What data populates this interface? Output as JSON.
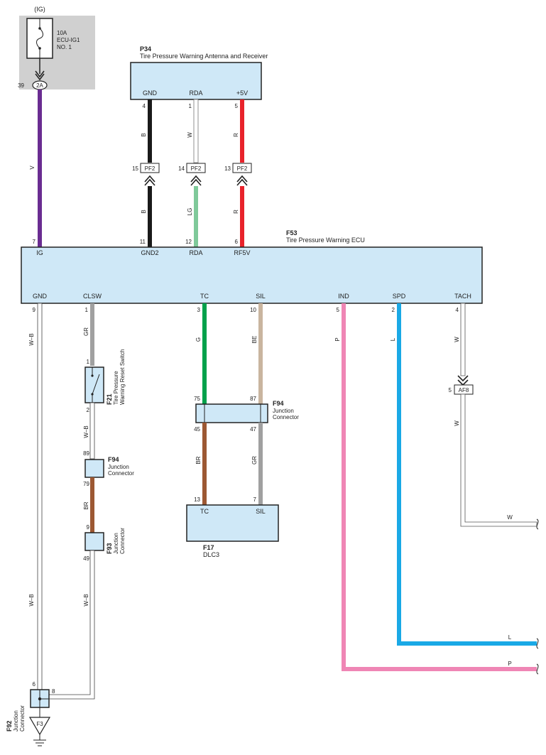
{
  "colors": {
    "box_fill": "#cfe8f7",
    "fuse_area": "#d0d0d0",
    "V": "#6a2c91",
    "B": "#1a1a1a",
    "R": "#e8232b",
    "LG": "#7fc99a",
    "G": "#00a14b",
    "BE": "#c9b59f",
    "GR": "#a0a0a0",
    "BR": "#9c5833",
    "P": "#ef86b5",
    "L": "#1aa9e6",
    "W": "#ffffff",
    "W_B": "#ffffff"
  },
  "power": {
    "source": "(IG)",
    "fuse": [
      "10A",
      "ECU-IG1",
      "NO. 1"
    ],
    "pin": "39",
    "connector": "2A"
  },
  "p34": {
    "code": "P34",
    "name": "Tire Pressure Warning Antenna and Receiver",
    "terms": [
      "GND",
      "RDA",
      "+5V"
    ],
    "pins": [
      "4",
      "1",
      "5"
    ]
  },
  "pf2": {
    "label": "PF2",
    "pins": [
      "15",
      "14",
      "13"
    ]
  },
  "wire_codes_upper": [
    "B",
    "W",
    "R"
  ],
  "wire_codes_lower": [
    "B",
    "LG",
    "R"
  ],
  "wire_v": "V",
  "f53": {
    "code": "F53",
    "name": "Tire Pressure Warning ECU",
    "top_terms": [
      "IG",
      "GND2",
      "RDA",
      "RF5V"
    ],
    "top_pins": [
      "7",
      "11",
      "12",
      "6"
    ],
    "bottom_terms": [
      "GND",
      "CLSW",
      "TC",
      "SIL",
      "IND",
      "SPD",
      "TACH"
    ],
    "bottom_pins": [
      "9",
      "1",
      "3",
      "10",
      "5",
      "2",
      "4"
    ]
  },
  "bottom_wire_codes": [
    "W–B",
    "GR",
    "G",
    "BE",
    "P",
    "L",
    "W"
  ],
  "f21": {
    "code": "F21",
    "name": [
      "Tire Pressure",
      "Warning Reset Switch"
    ],
    "pin_top": "1",
    "pin_bottom": "2"
  },
  "wire_wb_1": "W–B",
  "f94_left": {
    "code": "F94",
    "name": [
      "Junction",
      "Connector"
    ],
    "pin_top": "89",
    "pin_bottom": "79"
  },
  "wire_br_left": "BR",
  "f93": {
    "code": "F93",
    "name": [
      "Junction",
      "Connector"
    ],
    "pin_top": "9",
    "pin_bottom": "49"
  },
  "wire_wb_2": "W–B",
  "wire_wb_3": "W–B",
  "f94_mid": {
    "code": "F94",
    "name": [
      "Junction",
      "Connector"
    ],
    "pins_top": [
      "75",
      "87"
    ],
    "pins_bottom": [
      "45",
      "47"
    ]
  },
  "wire_mid_lower": [
    "BR",
    "GR"
  ],
  "f17": {
    "code": "F17",
    "name": "DLC3",
    "terms": [
      "TC",
      "SIL"
    ],
    "pins": [
      "13",
      "7"
    ]
  },
  "af8": {
    "label": "AF8",
    "pin": "5"
  },
  "wire_w_after_af8": "W",
  "right_exits": [
    "W",
    "L",
    "P"
  ],
  "f92": {
    "code": "F92",
    "name": [
      "Junction",
      "Connector"
    ],
    "pin_top": "6",
    "pin_side": "8"
  },
  "ground": {
    "label": "F3"
  }
}
